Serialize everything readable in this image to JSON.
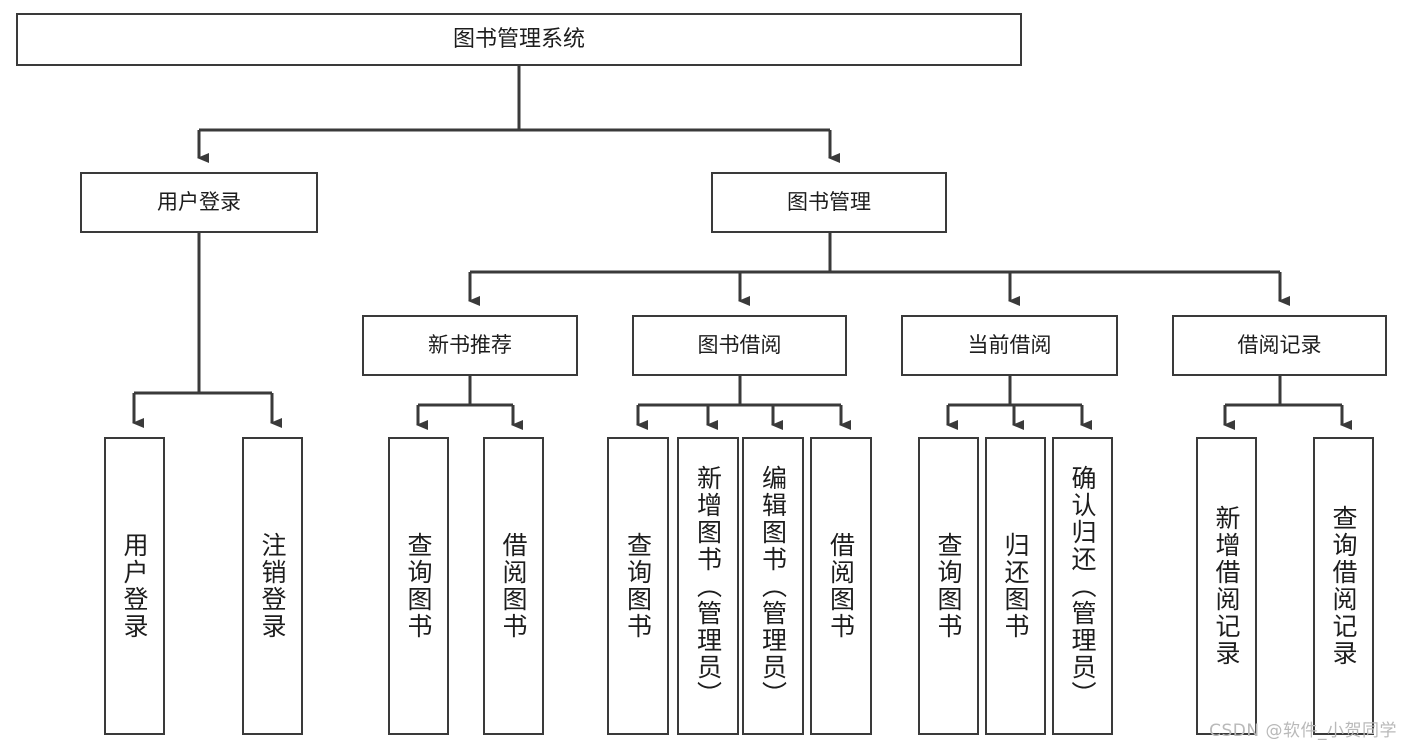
{
  "diagram": {
    "type": "tree-hierarchy",
    "title": "图书管理系统",
    "colors": {
      "line": "#3a3a3a",
      "box_fill": "#ffffff",
      "text": "#1d1d1d",
      "watermark": "#b9b9b9"
    },
    "root": {
      "label": "图书管理系统"
    },
    "level1": [
      {
        "label": "用户登录"
      },
      {
        "label": "图书管理"
      }
    ],
    "level2": [
      {
        "label": "新书推荐"
      },
      {
        "label": "图书借阅"
      },
      {
        "label": "当前借阅"
      },
      {
        "label": "借阅记录"
      }
    ],
    "leaves": {
      "user_login": [
        {
          "label": "用户登录"
        },
        {
          "label": "注销登录"
        }
      ],
      "new_book_recommend": [
        {
          "label": "查询图书"
        },
        {
          "label": "借阅图书"
        }
      ],
      "book_borrow": [
        {
          "label": "查询图书"
        },
        {
          "label": "新增图书（管理员）"
        },
        {
          "label": "编辑图书（管理员）"
        },
        {
          "label": "借阅图书"
        }
      ],
      "current_borrow": [
        {
          "label": "查询图书"
        },
        {
          "label": "归还图书"
        },
        {
          "label": "确认归还（管理员）"
        }
      ],
      "borrow_record": [
        {
          "label": "新增借阅记录"
        },
        {
          "label": "查询借阅记录"
        }
      ]
    }
  },
  "watermark": {
    "text": "CSDN @软件_小贺同学"
  }
}
